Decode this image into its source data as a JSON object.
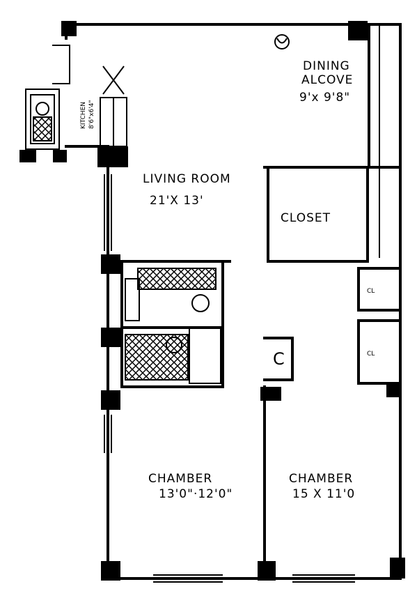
{
  "rooms": {
    "kitchen": {
      "name": "KITCHEN",
      "dim": "8'6\"x6'4\""
    },
    "dining": {
      "name_line1": "DINING",
      "name_line2": "ALCOVE",
      "dim": "9'x 9'8\""
    },
    "living": {
      "name": "LIVING ROOM",
      "dim": "21'X 13'"
    },
    "closet": {
      "name": "CLOSET"
    },
    "chamber_left": {
      "name": "CHAMBER",
      "dim": "13'0\"·12'0\""
    },
    "chamber_right": {
      "name": "CHAMBER",
      "dim": "15 X 11'0"
    },
    "closet_small_1": {
      "name": "CL"
    },
    "closet_small_2": {
      "name": "CL"
    },
    "closet_c": {
      "name": "C"
    }
  }
}
